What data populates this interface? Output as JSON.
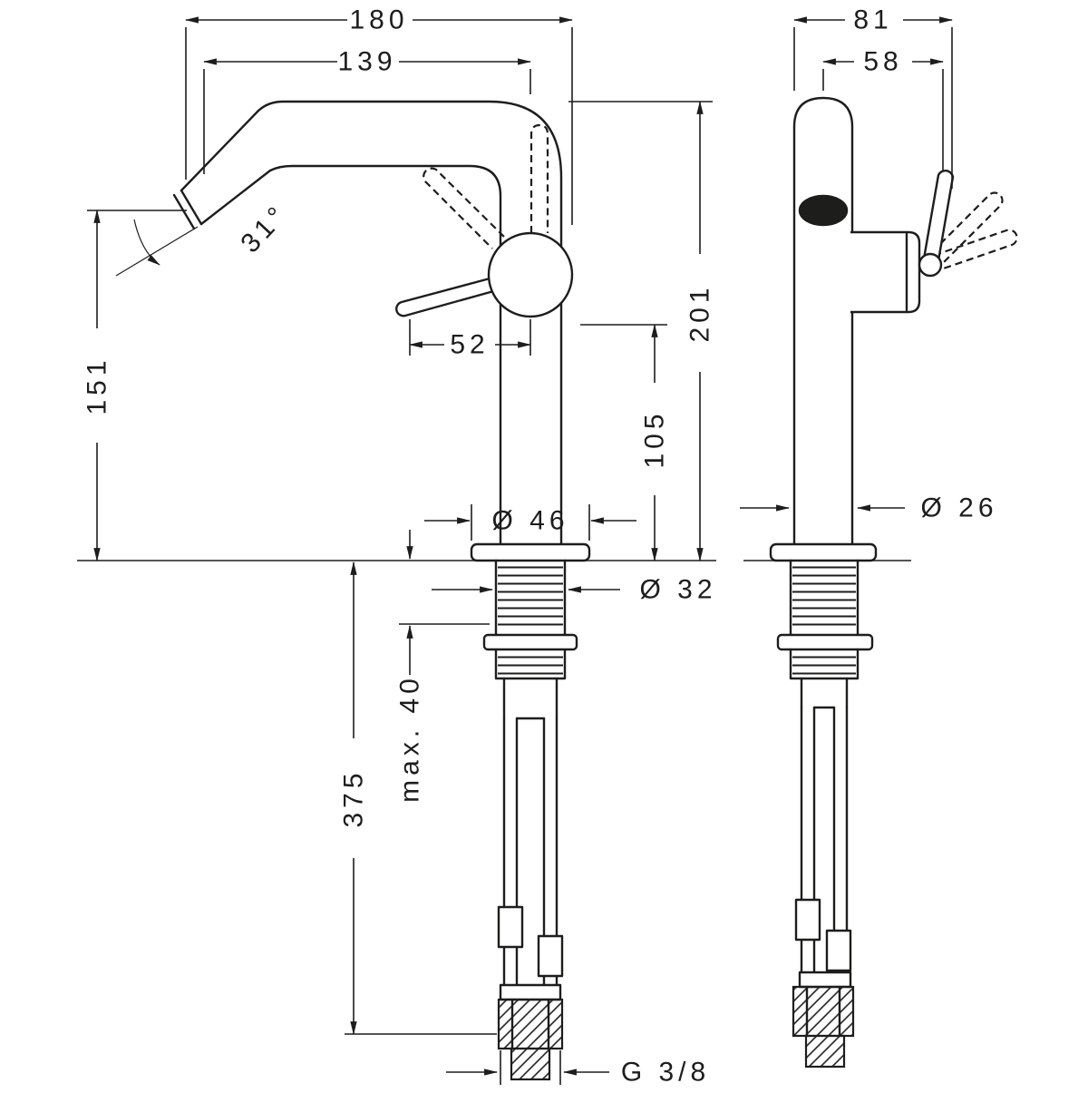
{
  "drawing": {
    "type": "technical dimension drawing",
    "subject": "single-lever basin mixer faucet, front and side view",
    "background_color": "#ffffff",
    "line_color": "#1d1d1b",
    "front_view": {
      "total_width": "180",
      "spout_reach": "139",
      "spout_height": "151",
      "total_height": "201",
      "handle_height": "105",
      "lever_length": "52",
      "spout_angle": "31°",
      "base_diameter": "Ø 46",
      "shank_diameter": "Ø 32",
      "max_deck_thickness": "max. 40",
      "hose_length": "375",
      "connection_thread": "G 3/8"
    },
    "side_view": {
      "total_depth": "81",
      "body_depth": "58",
      "body_diameter": "Ø 26"
    }
  }
}
